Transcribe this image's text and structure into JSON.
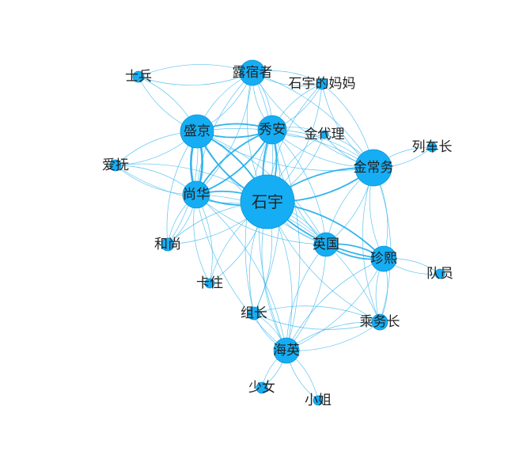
{
  "graph": {
    "colors": {
      "node": "#15aef4",
      "node_stroke": "#0d93d2",
      "edge": "#2ab0ec",
      "label": "#222222"
    },
    "nodes": [
      {
        "id": "shiyu",
        "label": "石宇",
        "weight": 10
      },
      {
        "id": "shengjing",
        "label": "盛京",
        "weight": 5
      },
      {
        "id": "xiuan",
        "label": "秀安",
        "weight": 4
      },
      {
        "id": "jinchangwu",
        "label": "金常务",
        "weight": 5
      },
      {
        "id": "shanghua",
        "label": "尚华",
        "weight": 4
      },
      {
        "id": "yingguo",
        "label": "英国",
        "weight": 3
      },
      {
        "id": "zhenxi",
        "label": "珍熙",
        "weight": 3
      },
      {
        "id": "haiying",
        "label": "海英",
        "weight": 3
      },
      {
        "id": "lusuzhe",
        "label": "露宿者",
        "weight": 3
      },
      {
        "id": "mama",
        "label": "石宇的妈妈",
        "weight": 1
      },
      {
        "id": "jindaili",
        "label": "金代理",
        "weight": 1
      },
      {
        "id": "shibing",
        "label": "士兵",
        "weight": 1
      },
      {
        "id": "aifu",
        "label": "爱抚",
        "weight": 1
      },
      {
        "id": "heshang",
        "label": "和尚",
        "weight": 1
      },
      {
        "id": "kazhu",
        "label": "卡住",
        "weight": 1
      },
      {
        "id": "zuzhang",
        "label": "组长",
        "weight": 1
      },
      {
        "id": "chengwuzhang",
        "label": "乘务长",
        "weight": 2
      },
      {
        "id": "lieche",
        "label": "列车长",
        "weight": 1
      },
      {
        "id": "duiyuan",
        "label": "队员",
        "weight": 1
      },
      {
        "id": "shaonv",
        "label": "少女",
        "weight": 1
      },
      {
        "id": "xiaojie",
        "label": "小姐",
        "weight": 1
      }
    ],
    "edges": [
      [
        "shiyu",
        "shengjing",
        2
      ],
      [
        "shiyu",
        "xiuan",
        2
      ],
      [
        "shiyu",
        "jinchangwu",
        2
      ],
      [
        "shiyu",
        "shanghua",
        2
      ],
      [
        "shiyu",
        "yingguo",
        1
      ],
      [
        "shiyu",
        "zhenxi",
        2
      ],
      [
        "shiyu",
        "haiying",
        1
      ],
      [
        "shiyu",
        "lusuzhe",
        1
      ],
      [
        "shiyu",
        "mama",
        1
      ],
      [
        "shiyu",
        "jindaili",
        1
      ],
      [
        "shiyu",
        "heshang",
        1
      ],
      [
        "shiyu",
        "kazhu",
        1
      ],
      [
        "shiyu",
        "zuzhang",
        1
      ],
      [
        "shiyu",
        "aifu",
        1
      ],
      [
        "shiyu",
        "chengwuzhang",
        1
      ],
      [
        "shengjing",
        "xiuan",
        2
      ],
      [
        "shengjing",
        "shanghua",
        3
      ],
      [
        "shengjing",
        "lusuzhe",
        1
      ],
      [
        "shengjing",
        "shibing",
        1
      ],
      [
        "shengjing",
        "aifu",
        1
      ],
      [
        "shengjing",
        "jinchangwu",
        1
      ],
      [
        "shengjing",
        "heshang",
        1
      ],
      [
        "shengjing",
        "yingguo",
        1
      ],
      [
        "xiuan",
        "shanghua",
        2
      ],
      [
        "xiuan",
        "lusuzhe",
        1
      ],
      [
        "xiuan",
        "jinchangwu",
        1
      ],
      [
        "xiuan",
        "mama",
        1
      ],
      [
        "xiuan",
        "jindaili",
        1
      ],
      [
        "xiuan",
        "yingguo",
        1
      ],
      [
        "jinchangwu",
        "yingguo",
        1
      ],
      [
        "jinchangwu",
        "zhenxi",
        1
      ],
      [
        "jinchangwu",
        "lieche",
        1
      ],
      [
        "jinchangwu",
        "jindaili",
        1
      ],
      [
        "jinchangwu",
        "chengwuzhang",
        1
      ],
      [
        "jinchangwu",
        "lusuzhe",
        1
      ],
      [
        "jinchangwu",
        "mama",
        1
      ],
      [
        "yingguo",
        "zhenxi",
        2
      ],
      [
        "yingguo",
        "haiying",
        1
      ],
      [
        "yingguo",
        "shanghua",
        1
      ],
      [
        "zhenxi",
        "duiyuan",
        1
      ],
      [
        "zhenxi",
        "chengwuzhang",
        1
      ],
      [
        "zhenxi",
        "haiying",
        1
      ],
      [
        "haiying",
        "zuzhang",
        1
      ],
      [
        "haiying",
        "shaonv",
        1
      ],
      [
        "haiying",
        "xiaojie",
        1
      ],
      [
        "haiying",
        "chengwuzhang",
        1
      ],
      [
        "haiying",
        "shanghua",
        1
      ],
      [
        "haiying",
        "xiuan",
        1
      ],
      [
        "lusuzhe",
        "mama",
        1
      ],
      [
        "lusuzhe",
        "shibing",
        1
      ],
      [
        "lusuzhe",
        "shanghua",
        1
      ],
      [
        "shanghua",
        "heshang",
        1
      ],
      [
        "shanghua",
        "aifu",
        1
      ],
      [
        "shanghua",
        "kazhu",
        1
      ],
      [
        "zuzhang",
        "chengwuzhang",
        1
      ],
      [
        "zuzhang",
        "xiuan",
        1
      ]
    ]
  }
}
